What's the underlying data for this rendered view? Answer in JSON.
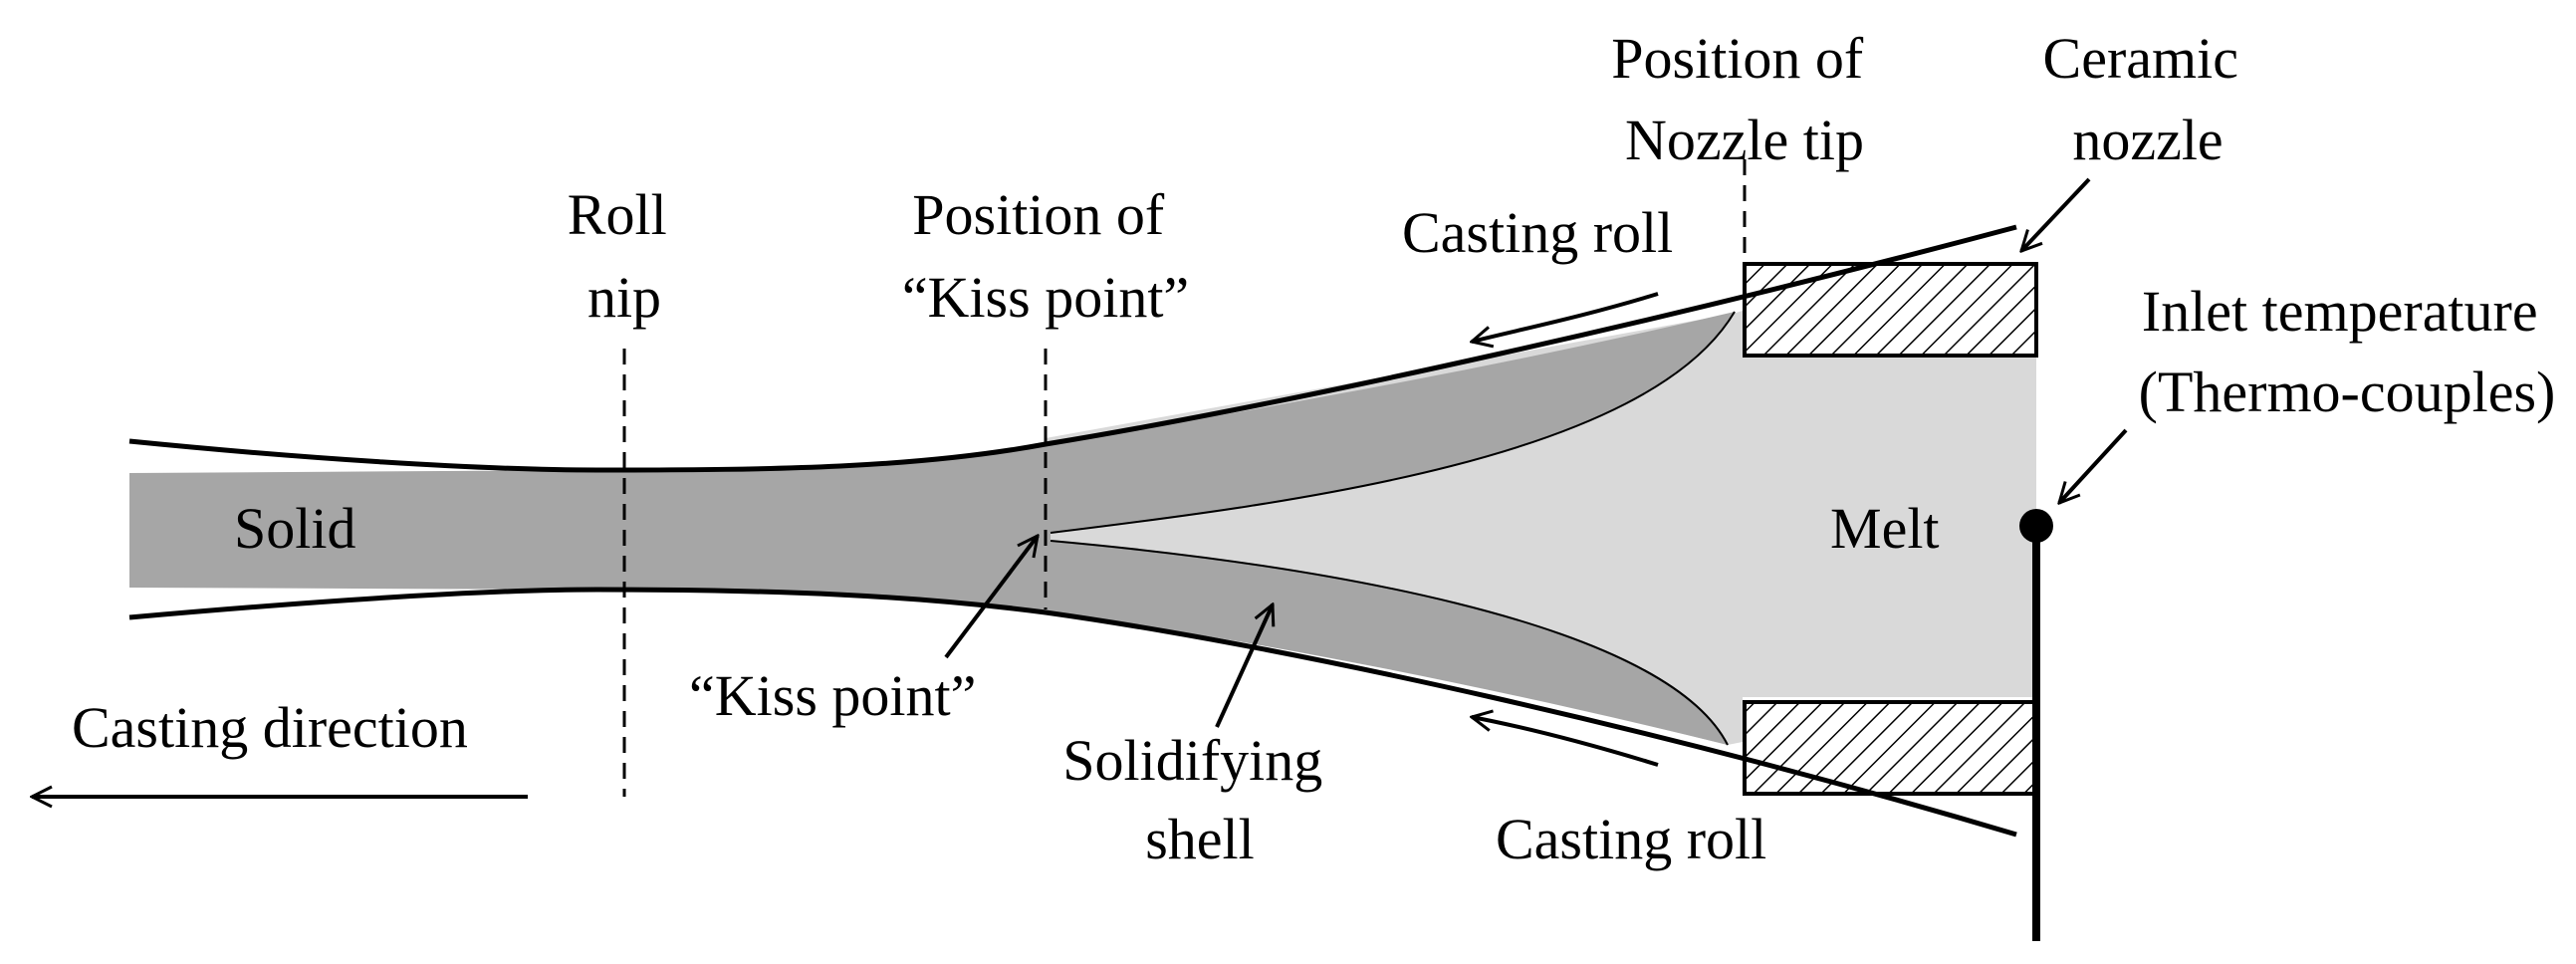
{
  "labels": {
    "roll_nip": [
      "Roll",
      "nip"
    ],
    "kiss_position": [
      "Position of",
      "“Kiss point”"
    ],
    "nozzle_position": [
      "Position of",
      "Nozzle tip"
    ],
    "ceramic_nozzle": [
      "Ceramic",
      "nozzle"
    ],
    "inlet_temperature": [
      "Inlet temperature",
      "(Thermo-couples)"
    ],
    "casting_roll_top": "Casting roll",
    "casting_roll_bottom": "Casting roll",
    "solid": "Solid",
    "melt": "Melt",
    "kiss_point": "“Kiss point”",
    "solidifying_shell": [
      "Solidifying",
      "shell"
    ],
    "casting_direction": "Casting direction"
  },
  "colors": {
    "solid": "#a6a6a6",
    "melt": "#d9d9d9",
    "line": "#000000",
    "background": "#ffffff"
  }
}
